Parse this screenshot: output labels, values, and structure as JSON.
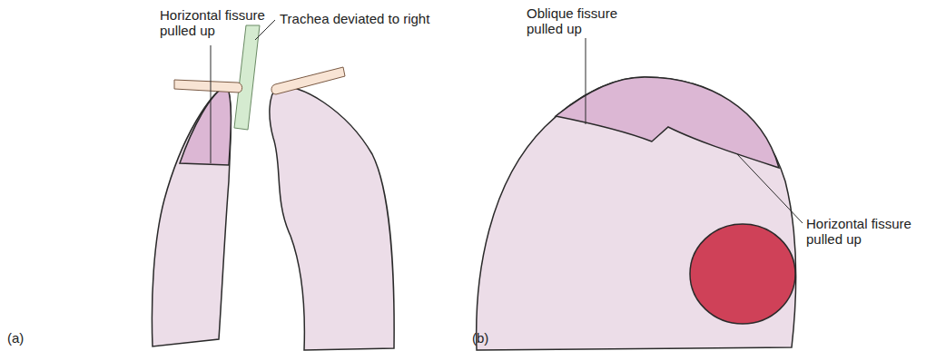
{
  "diagram": {
    "labels": [
      "Horizontal fissure pulled up",
      "Trachea deviated to right",
      "(a)",
      "Oblique fissure pulled up",
      "Horizontal fissure pulled up",
      "(b)"
    ]
  }
}
